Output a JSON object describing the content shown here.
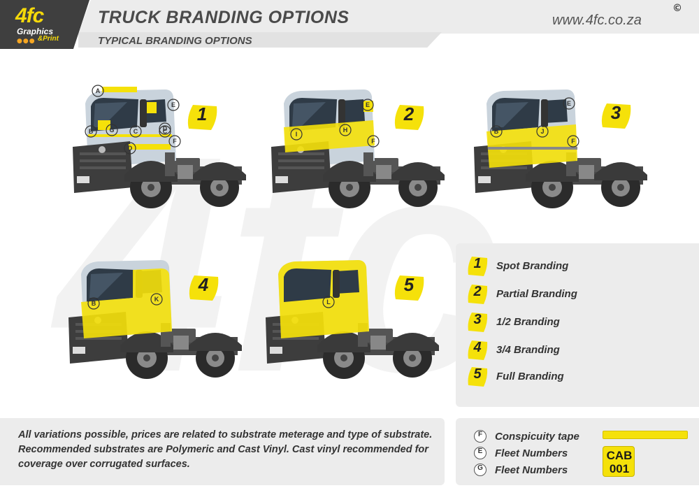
{
  "header": {
    "logo_main": "4fc",
    "logo_line1": "Graphics",
    "logo_line2": "&Print",
    "title": "TRUCK BRANDING OPTIONS",
    "subtitle": "TYPICAL BRANDING OPTIONS",
    "website": "www.4fc.co.za",
    "copyright": "©"
  },
  "watermark_text": "4fc",
  "trucks": [
    {
      "number": "1",
      "zones": [
        "A",
        "B",
        "C",
        "C",
        "D",
        "D",
        "E",
        "F",
        "G"
      ]
    },
    {
      "number": "2",
      "zones": [
        "I",
        "H",
        "E",
        "F"
      ]
    },
    {
      "number": "3",
      "zones": [
        "B",
        "J",
        "E",
        "F"
      ]
    },
    {
      "number": "4",
      "zones": [
        "B",
        "K"
      ]
    },
    {
      "number": "5",
      "zones": [
        "L"
      ]
    }
  ],
  "legend": [
    {
      "number": "1",
      "label": "Spot Branding"
    },
    {
      "number": "2",
      "label": "Partial Branding"
    },
    {
      "number": "3",
      "label": "1/2 Branding"
    },
    {
      "number": "4",
      "label": "3/4 Branding"
    },
    {
      "number": "5",
      "label": "Full Branding"
    }
  ],
  "note": {
    "text": "All variations possible, prices are related to substrate meterage and type of substrate. Recommended substrates are Polymeric and Cast Vinyl. Cast vinyl recommended for coverage over corrugated surfaces."
  },
  "key": [
    {
      "letter": "F",
      "label": "Conspicuity tape"
    },
    {
      "letter": "E",
      "label": "Fleet Numbers"
    },
    {
      "letter": "G",
      "label": "Fleet Numbers"
    }
  ],
  "cab_plate": {
    "line1": "CAB",
    "line2": "001"
  },
  "colors": {
    "brand_yellow": "#f5d90a",
    "header_grey": "#ececec",
    "logo_dark": "#3f3f3f",
    "cab_silver": "#c9d3dc",
    "chassis_dark": "#3a3a3a"
  }
}
